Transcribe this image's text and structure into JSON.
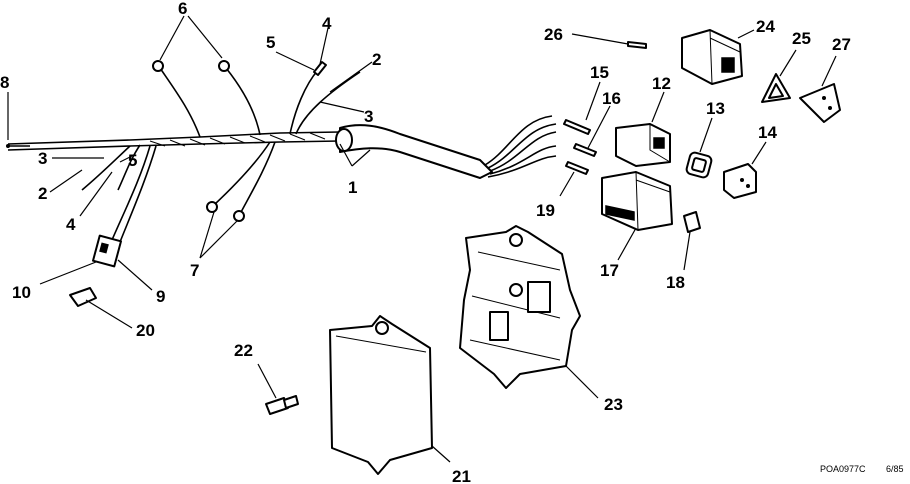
{
  "callouts": {
    "c1": "1",
    "c2a": "2",
    "c2b": "2",
    "c3a": "3",
    "c3b": "3",
    "c4a": "4",
    "c4b": "4",
    "c5a": "5",
    "c5b": "5",
    "c6": "6",
    "c7": "7",
    "c8": "8",
    "c9": "9",
    "c10": "10",
    "c12": "12",
    "c13": "13",
    "c14": "14",
    "c15": "15",
    "c16": "16",
    "c17": "17",
    "c18": "18",
    "c19": "19",
    "c20": "20",
    "c21": "21",
    "c22": "22",
    "c23": "23",
    "c24": "24",
    "c25": "25",
    "c26": "26",
    "c27": "27"
  },
  "footer": {
    "code": "POA0977C",
    "date": "6/85"
  }
}
